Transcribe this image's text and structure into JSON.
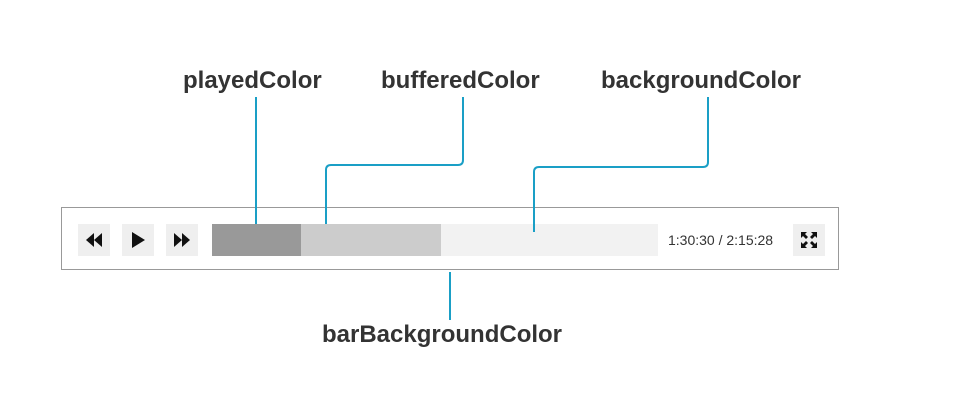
{
  "labels": {
    "played": "playedColor",
    "buffered": "bufferedColor",
    "background": "backgroundColor",
    "bar_background": "barBackgroundColor"
  },
  "player": {
    "time": "1:30:30 / 2:15:28",
    "played_fraction": 0.2,
    "buffered_fraction": 0.514,
    "controls": {
      "rewind_icon": "rewind-icon",
      "play_icon": "play-icon",
      "forward_icon": "fast-forward-icon",
      "fullscreen_icon": "fullscreen-icon"
    }
  },
  "colors": {
    "played": "#999999",
    "buffered": "#cccccc",
    "bar_background": "#f2f2f2",
    "connector": "#1a9fc6",
    "border": "#999999",
    "button_background": "#efefef",
    "text": "#333333"
  }
}
